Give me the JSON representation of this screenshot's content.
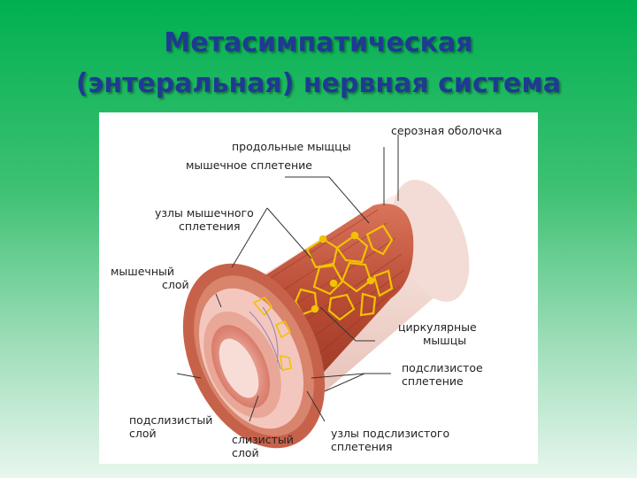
{
  "title": {
    "line1": "Метасимпатическая",
    "line2": "(энтеральная) нервная система"
  },
  "labels": {
    "longitudinal_muscles": "продольные мыщцы",
    "serous_membrane": "серозная оболочка",
    "myenteric_plexus": "мышечное сплетение",
    "myenteric_nodes_1": "узлы мышечного",
    "myenteric_nodes_2": "сплетения",
    "muscle_layer_1": "мышечный",
    "muscle_layer_2": "слой",
    "circular_muscles_1": "циркулярные",
    "circular_muscles_2": "мышцы",
    "submucous_plexus_1": "подслизистое",
    "submucous_plexus_2": "сплетение",
    "submucosa_1": "подслизистый",
    "submucosa_2": "слой",
    "mucosa_1": "слизистый",
    "mucosa_2": "слой",
    "submucous_nodes_1": "узлы подслизистого",
    "submucous_nodes_2": "сплетения"
  },
  "colors": {
    "title": "#1f3a93",
    "muscle": "#c0543d",
    "serosa": "#f2d9d2",
    "plexus": "#f2c200"
  }
}
